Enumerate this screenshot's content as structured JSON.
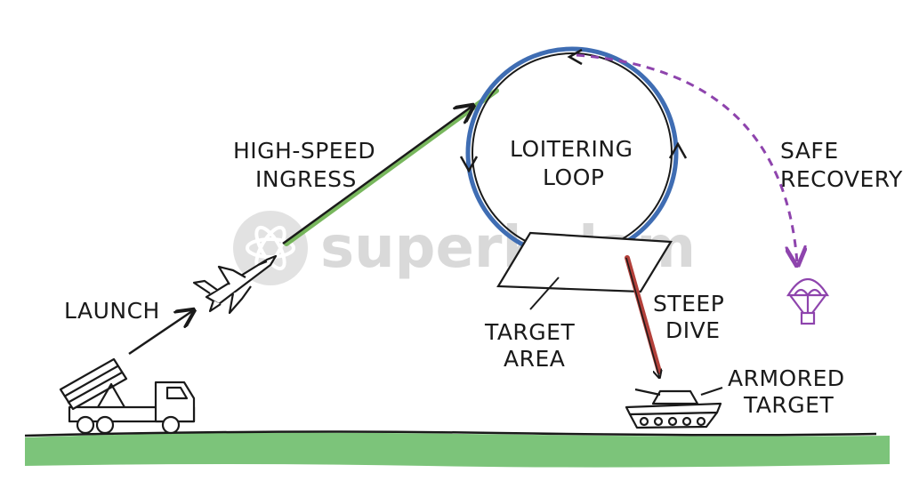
{
  "labels": {
    "launch": "LAUNCH",
    "ingress_1": "HIGH-SPEED",
    "ingress_2": "INGRESS",
    "loop_1": "LOITERING",
    "loop_2": "LOOP",
    "recovery_1": "SAFE",
    "recovery_2": "RECOVERY",
    "target_area_1": "TARGET",
    "target_area_2": "AREA",
    "dive_1": "STEEP",
    "dive_2": "DIVE",
    "armored_1": "ARMORED",
    "armored_2": "TARGET"
  },
  "watermark": "superkalam",
  "colors": {
    "ground": "#7cc47a",
    "ingress": "#6ab04c",
    "loop": "#3f6db3",
    "dive": "#b3403a",
    "recovery": "#8e44ad",
    "ink": "#1a1a1a"
  },
  "icons": {
    "launcher": "truck-launcher-icon",
    "drone": "jet-drone-icon",
    "parachute": "parachute-icon",
    "tank": "tank-icon"
  }
}
